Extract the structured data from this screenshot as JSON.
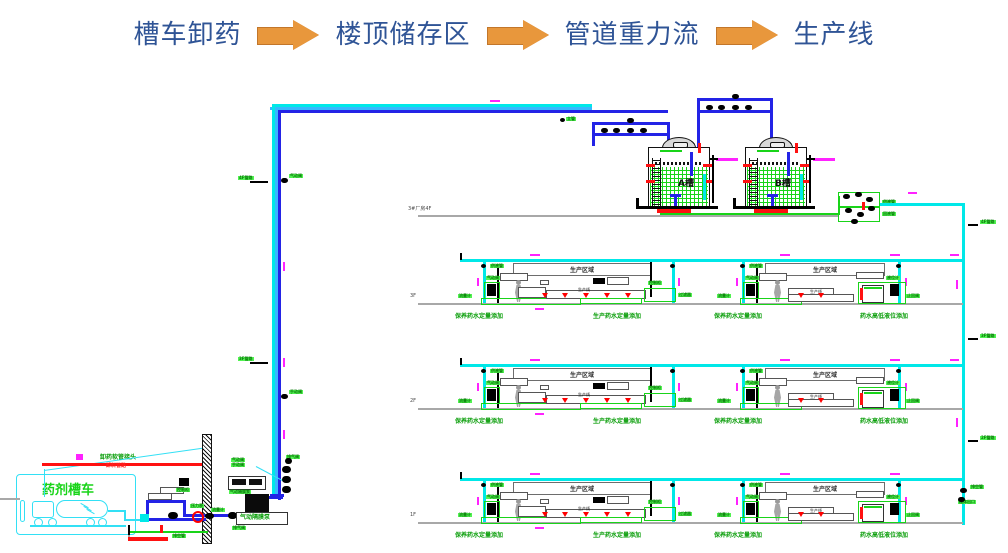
{
  "header": {
    "steps": [
      {
        "label": "槽车卸药",
        "id": "tanker-unloading"
      },
      {
        "label": "楼顶储存区",
        "id": "rooftop-storage"
      },
      {
        "label": "管道重力流",
        "id": "pipeline-gravity-flow"
      },
      {
        "label": "生产线",
        "id": "production-line"
      }
    ],
    "arrow_color": "#e8973c",
    "label_color": "#2f5496"
  },
  "diagram": {
    "title_truck": "药剂槽车",
    "tanks": [
      {
        "name": "A槽",
        "id": "tank-a"
      },
      {
        "name": "B槽",
        "id": "tank-b"
      }
    ],
    "building_label": "3#厂房4F",
    "floor_labels": [
      "3F",
      "2F",
      "1F"
    ],
    "riser_labels": [
      "4F管路",
      "3F管路",
      "2F管路",
      "1F管路"
    ],
    "production_area_label": "生产区域",
    "machine_label": "生产线",
    "floor_station_labels": {
      "maintenance": "保养药水定量添加",
      "production": "生产药水定量添加",
      "level": "药水高低液位添加"
    },
    "small_labels": {
      "pump_station": "气动隔膜泵",
      "unload_line": "卸料管路",
      "vent": "排气阀",
      "flow_meter": "流量计",
      "pressure": "压力表",
      "filter": "过滤器",
      "supply": "供液管",
      "return": "回液管",
      "drain": "排空管",
      "control": "控制柜",
      "hose": "卸药软管接头",
      "level_gauge": "液位计",
      "auto_valve": "气动阀",
      "manual_valve": "手动阀",
      "check_valve": "止回阀",
      "tank_outlet": "槽体出口",
      "riser": "立管"
    },
    "colors": {
      "pipe_blue": "#2323e6",
      "pipe_cyan": "#00e8e8",
      "pipe_lightblue": "#36b7ff",
      "pipe_green": "#19d419",
      "pipe_black": "#000000",
      "pipe_red": "#ff0000",
      "pipe_magenta": "#ff00ff",
      "ground": "#a8a8a8",
      "label_green": "#19d419",
      "truck_outline": "#33e0f5"
    }
  }
}
